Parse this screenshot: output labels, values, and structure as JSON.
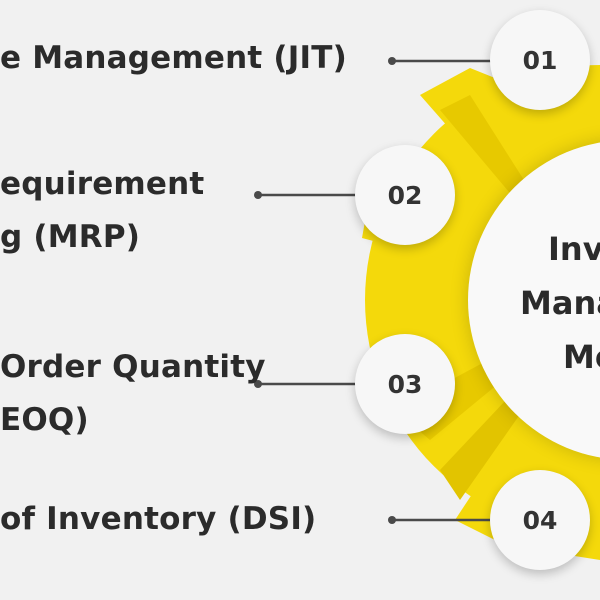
{
  "center": {
    "lines": [
      "Inv",
      "Mana",
      "Me"
    ]
  },
  "steps": [
    {
      "number": "01",
      "label_lines": [
        "e Management (JIT)"
      ]
    },
    {
      "number": "02",
      "label_lines": [
        "equirement",
        "g (MRP)"
      ]
    },
    {
      "number": "03",
      "label_lines": [
        "Order Quantity",
        "EOQ)"
      ]
    },
    {
      "number": "04",
      "label_lines": [
        "of Inventory (DSI)"
      ]
    }
  ],
  "colors": {
    "background": "#f1f1f1",
    "accent_yellow": "#f4d90b",
    "accent_yellow_dark": "#e2c400",
    "text": "#2b2b2b",
    "circle_fill": "#f7f7f7"
  }
}
